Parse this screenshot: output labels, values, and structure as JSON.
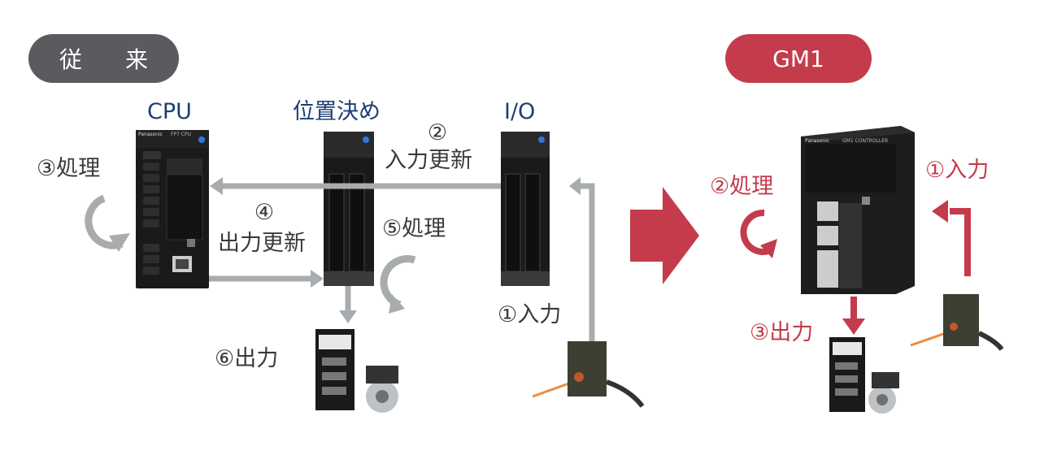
{
  "conventional": {
    "badge": "従 来",
    "devices": {
      "cpu": "CPU",
      "positioning": "位置決め",
      "io": "I/O"
    },
    "steps": {
      "input": "①入力",
      "input_update_num": "②",
      "input_update": "入力更新",
      "process": "③処理",
      "output_update_num": "④",
      "output_update": "出力更新",
      "positioning_process": "⑤処理",
      "output": "⑥出力"
    },
    "logos": {
      "cpu_brand": "Panasonic",
      "cpu_model": "FP7 CPU"
    }
  },
  "gm1": {
    "badge": "GM1",
    "steps": {
      "input": "①入力",
      "process": "②処理",
      "output": "③出力"
    },
    "logos": {
      "brand": "Panasonic",
      "model": "GM1 CONTROLLER"
    }
  },
  "colors": {
    "gray_badge": "#5a5b5e",
    "red_accent": "#c43b4b",
    "arrow_gray": "#a8acaf",
    "device_dark": "#1a1a1a",
    "label_blue": "#1c3f73"
  }
}
